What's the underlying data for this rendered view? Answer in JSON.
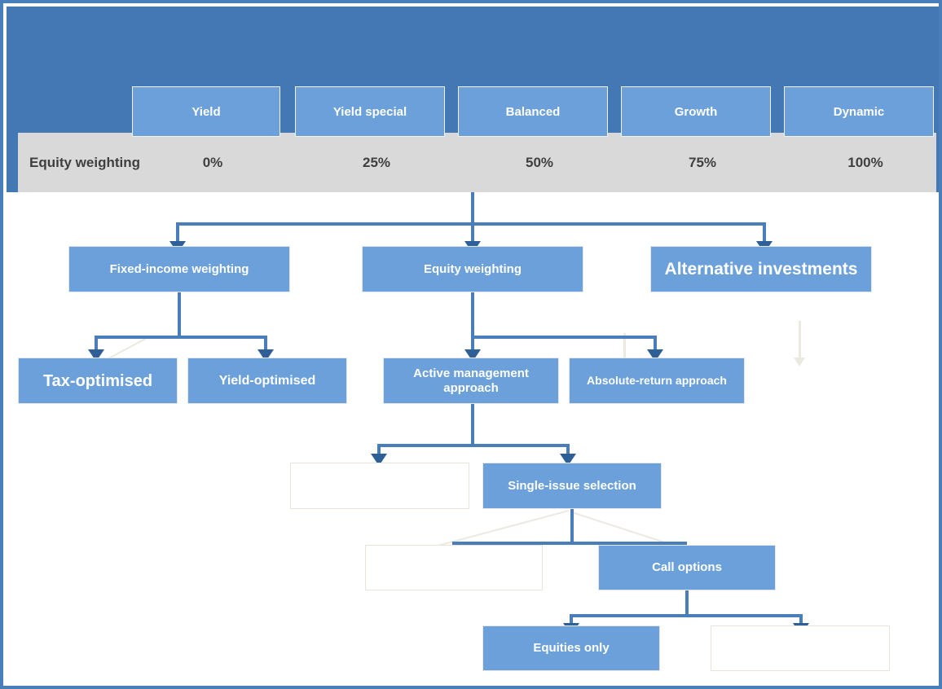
{
  "slide": {
    "border_color": "#4a7ebb",
    "header_bg": "#4478b4",
    "band_bg": "#d9d9d9",
    "node_fill": "#6ba0db",
    "connector_color": "#4a7ebb",
    "ghost_color": "#ece9e0"
  },
  "header": {
    "row_label": "Equity weighting",
    "profiles": [
      {
        "name": "Yield",
        "equity_weighting": "0%"
      },
      {
        "name": "Yield special",
        "equity_weighting": "25%"
      },
      {
        "name": "Balanced",
        "equity_weighting": "50%"
      },
      {
        "name": "Growth",
        "equity_weighting": "75%"
      },
      {
        "name": "Dynamic",
        "equity_weighting": "100%"
      }
    ]
  },
  "tree": {
    "level1": [
      {
        "label": "Fixed-income weighting"
      },
      {
        "label": "Equity weighting"
      },
      {
        "label": "Alternative investments"
      }
    ],
    "level2": [
      {
        "label": "Tax-optimised"
      },
      {
        "label": "Yield-optimised"
      },
      {
        "label": "Active management approach"
      },
      {
        "label": "Absolute-return approach"
      }
    ],
    "level3": [
      {
        "label": ""
      },
      {
        "label": "Single-issue selection"
      }
    ],
    "level4": [
      {
        "label": ""
      },
      {
        "label": "Call options"
      }
    ],
    "level5": [
      {
        "label": "Equities only"
      },
      {
        "label": ""
      }
    ]
  }
}
